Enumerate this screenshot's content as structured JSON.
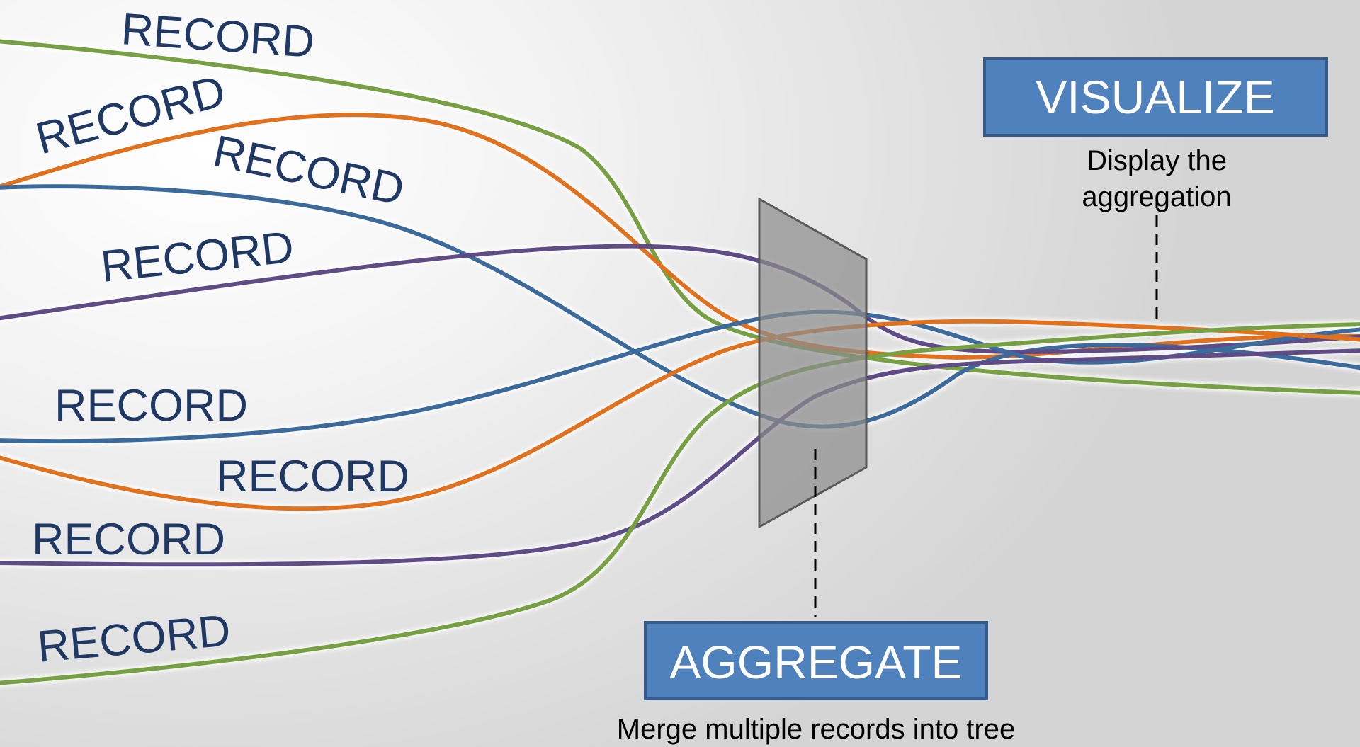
{
  "colors": {
    "green": "#77a043",
    "orange": "#e2711d",
    "blue": "#3b6a9c",
    "purple": "#5f4b85",
    "box_fill": "#4f81bd",
    "box_border": "#385d8a",
    "record_text": "#1f3864",
    "filter_plane": "#8c8c8c"
  },
  "record_labels": [
    "RECORD",
    "RECORD",
    "RECORD",
    "RECORD",
    "RECORD",
    "RECORD",
    "RECORD",
    "RECORD"
  ],
  "visualize": {
    "label": "VISUALIZE",
    "caption_line1": "Display the",
    "caption_line2": "aggregation"
  },
  "aggregate": {
    "label": "AGGREGATE",
    "caption": "Merge multiple records into tree"
  }
}
